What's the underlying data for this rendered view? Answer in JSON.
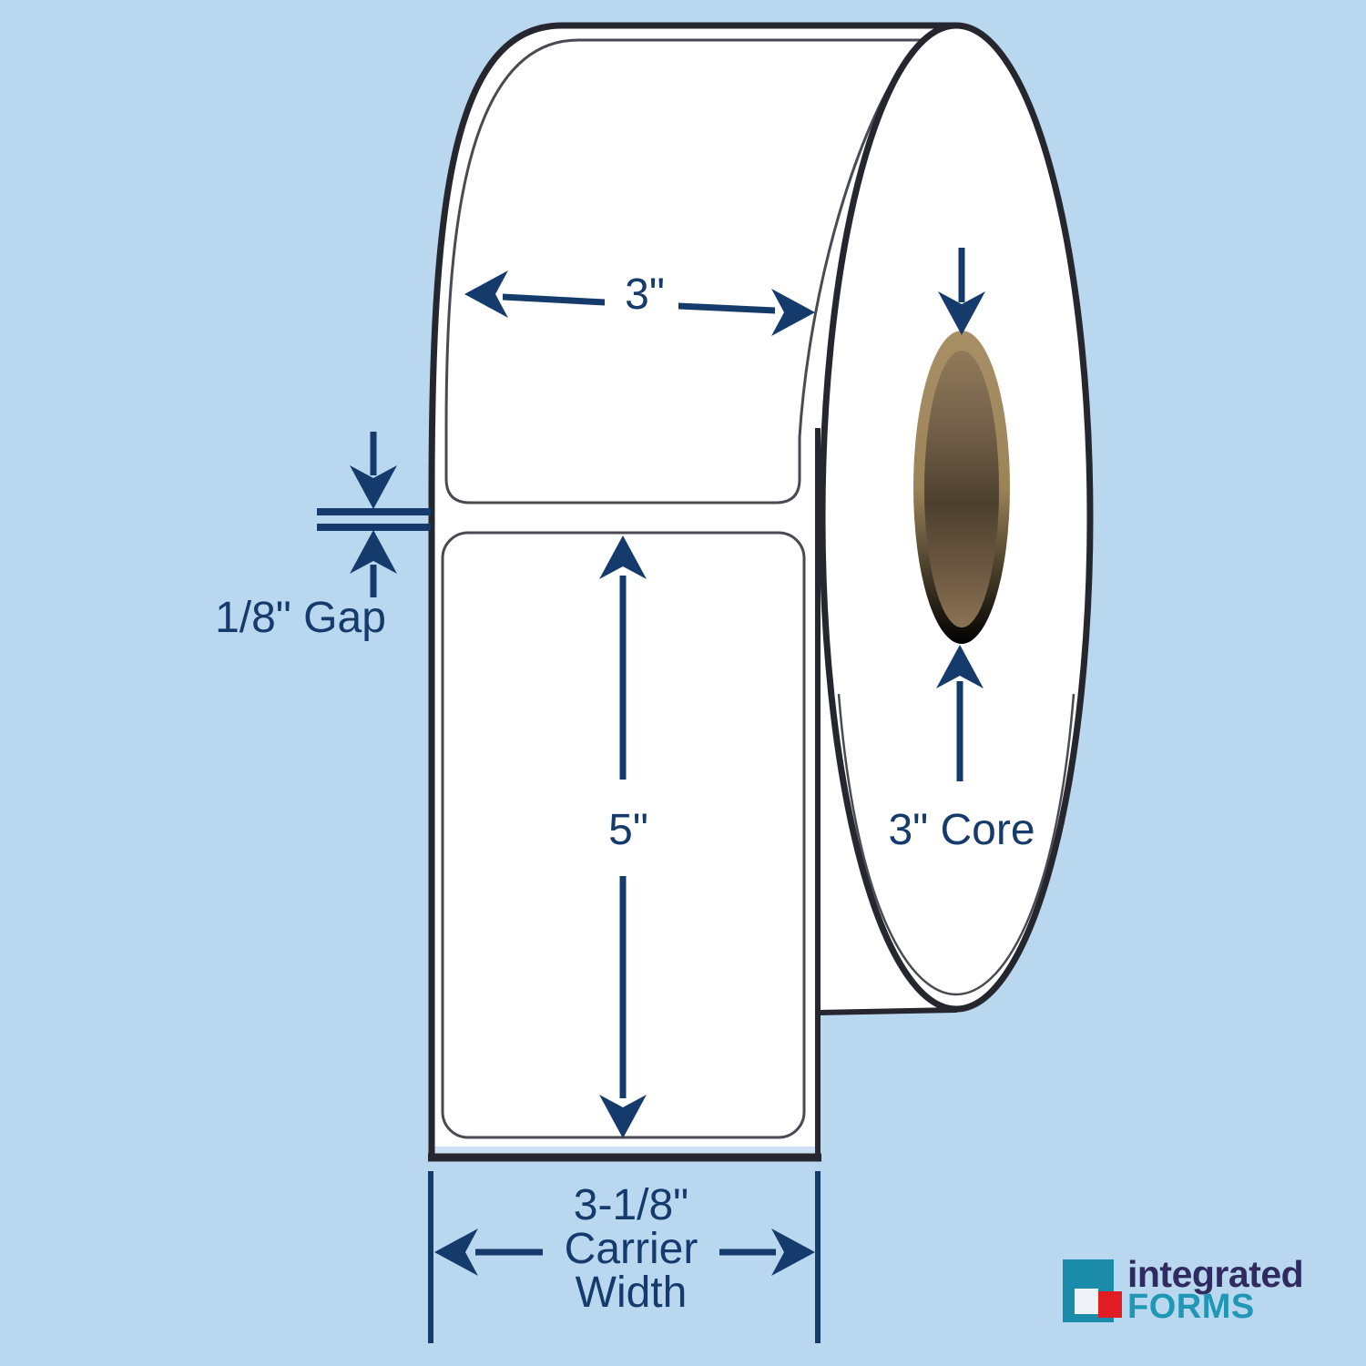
{
  "diagram": {
    "description": "Label roll dimension diagram",
    "dimensions": {
      "label_width": "3\"",
      "gap": "1/8\" Gap",
      "label_length": "5\"",
      "core": "3\" Core",
      "carrier_width_line1": "3-1/8\"",
      "carrier_width_line2": "Carrier",
      "carrier_width_line3": "Width"
    },
    "colors": {
      "background": "#b9d8f0",
      "outline": "#26262e",
      "outline_thin": "#4a4a52",
      "annotation": "#153a6c",
      "label_face": "#ffffff",
      "liner_tint": "#cfe2f4",
      "core_outer": "#a28a60",
      "core_inner_dark": "#453a29"
    }
  },
  "logo": {
    "word_top": "integrated",
    "word_bottom": "FORMS",
    "colors": {
      "word_top": "#2f2b60",
      "word_bottom": "#1f97b5",
      "square_teal": "#1a8caa",
      "square_red": "#e21c23",
      "square_light": "#eef3fa"
    }
  }
}
